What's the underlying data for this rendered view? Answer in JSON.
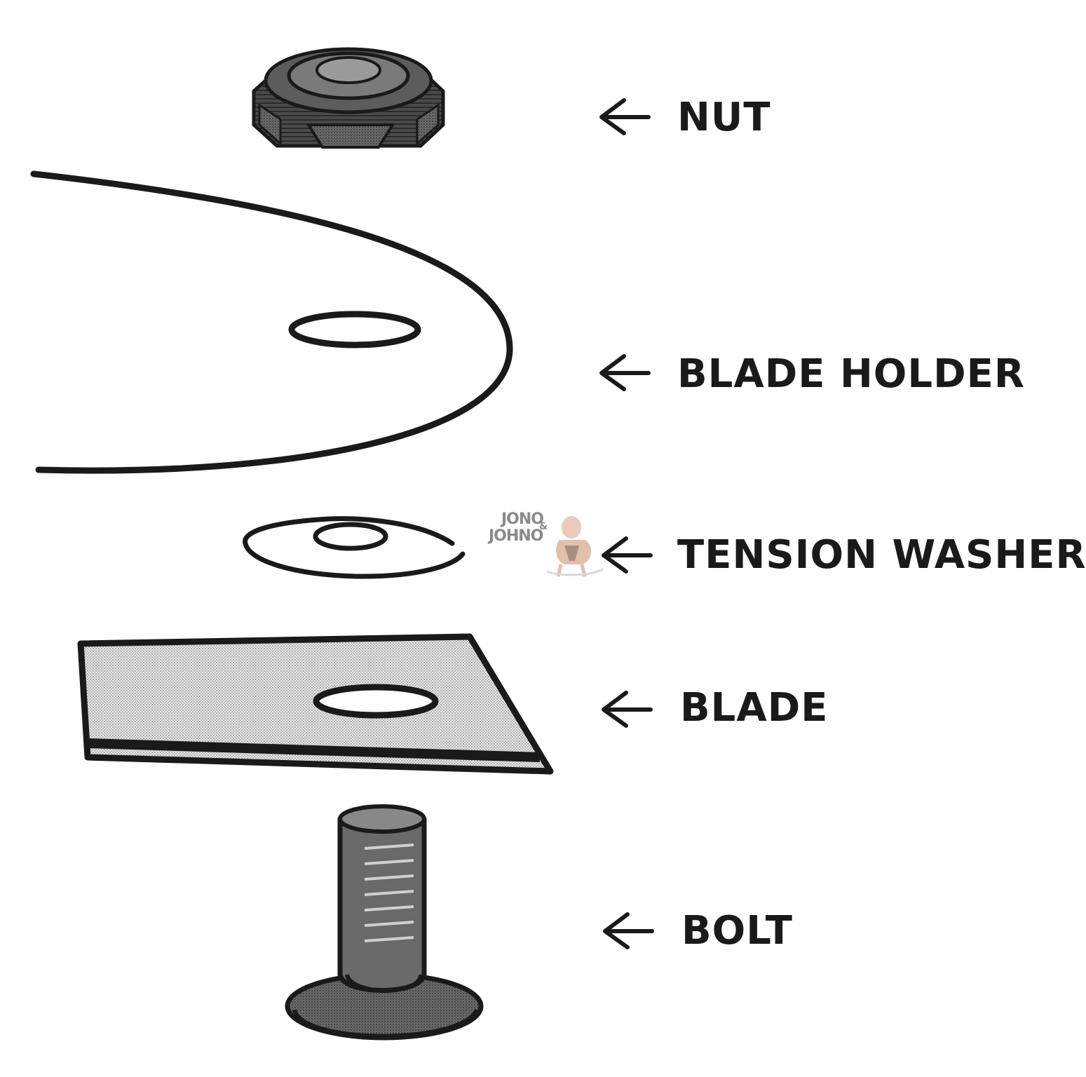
{
  "labels": {
    "nut": "NUT",
    "blade_holder": "BLADE HOLDER",
    "tension_washer": "TENSION WASHER",
    "blade": "BLADE",
    "bolt": "BOLT"
  },
  "watermark": {
    "line1": "JONO",
    "amp": "&",
    "line2": "JOHNO"
  },
  "colors": {
    "ink": "#1a1a1a",
    "part_fill": "#7a7a7a",
    "blade_fill": "#cfcfcf",
    "watermark": "#8a8a8a"
  }
}
